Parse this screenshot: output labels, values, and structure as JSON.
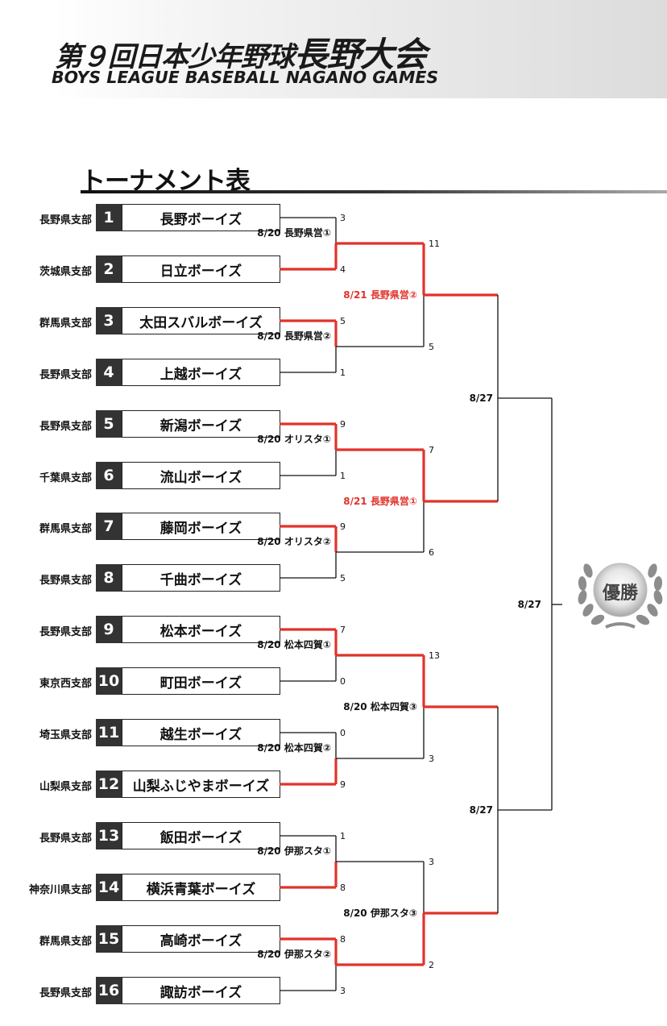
{
  "header": {
    "title_jp_prefix": "第９回日本少年野球",
    "title_jp_suffix": "長野大会",
    "title_en": "BOYS LEAGUE BASEBALL NAGANO GAMES"
  },
  "section_title": "トーナメント表",
  "teams": [
    {
      "seed": "1",
      "branch": "長野県支部",
      "name": "長野ボーイズ"
    },
    {
      "seed": "2",
      "branch": "茨城県支部",
      "name": "日立ボーイズ"
    },
    {
      "seed": "3",
      "branch": "群馬県支部",
      "name": "太田スバルボーイズ"
    },
    {
      "seed": "4",
      "branch": "長野県支部",
      "name": "上越ボーイズ"
    },
    {
      "seed": "5",
      "branch": "長野県支部",
      "name": "新潟ボーイズ"
    },
    {
      "seed": "6",
      "branch": "千葉県支部",
      "name": "流山ボーイズ"
    },
    {
      "seed": "7",
      "branch": "群馬県支部",
      "name": "藤岡ボーイズ"
    },
    {
      "seed": "8",
      "branch": "長野県支部",
      "name": "千曲ボーイズ"
    },
    {
      "seed": "9",
      "branch": "長野県支部",
      "name": "松本ボーイズ"
    },
    {
      "seed": "10",
      "branch": "東京西支部",
      "name": "町田ボーイズ"
    },
    {
      "seed": "11",
      "branch": "埼玉県支部",
      "name": "越生ボーイズ"
    },
    {
      "seed": "12",
      "branch": "山梨県支部",
      "name": "山梨ふじやまボーイズ"
    },
    {
      "seed": "13",
      "branch": "長野県支部",
      "name": "飯田ボーイズ"
    },
    {
      "seed": "14",
      "branch": "神奈川県支部",
      "name": "横浜青葉ボーイズ"
    },
    {
      "seed": "15",
      "branch": "群馬県支部",
      "name": "高崎ボーイズ"
    },
    {
      "seed": "16",
      "branch": "長野県支部",
      "name": "諏訪ボーイズ"
    }
  ],
  "round1": [
    {
      "label": "8/20 長野県営①",
      "score_top": "3",
      "score_bottom": "4",
      "winner": "bottom"
    },
    {
      "label": "8/20 長野県営②",
      "score_top": "5",
      "score_bottom": "1",
      "winner": "top"
    },
    {
      "label": "8/20 オリスタ①",
      "score_top": "9",
      "score_bottom": "1",
      "winner": "top"
    },
    {
      "label": "8/20 オリスタ②",
      "score_top": "9",
      "score_bottom": "5",
      "winner": "top"
    },
    {
      "label": "8/20 松本四賀①",
      "score_top": "7",
      "score_bottom": "0",
      "winner": "top"
    },
    {
      "label": "8/20 松本四賀②",
      "score_top": "0",
      "score_bottom": "9",
      "winner": "bottom"
    },
    {
      "label": "8/20 伊那スタ①",
      "score_top": "1",
      "score_bottom": "8",
      "winner": "bottom"
    },
    {
      "label": "8/20 伊那スタ②",
      "score_top": "8",
      "score_bottom": "3",
      "winner": "top"
    }
  ],
  "round2": [
    {
      "label": "8/21 長野県営②",
      "score_top": "11",
      "score_bottom": "5",
      "winner": "top",
      "label_color": "#e0332b"
    },
    {
      "label": "8/21 長野県営①",
      "score_top": "7",
      "score_bottom": "6",
      "winner": "top",
      "label_color": "#e0332b"
    },
    {
      "label": "8/20 松本四賀③",
      "score_top": "13",
      "score_bottom": "3",
      "winner": "top",
      "label_color": "#111111"
    },
    {
      "label": "8/20 伊那スタ③",
      "score_top": "3",
      "score_bottom": "2",
      "winner": "bottom",
      "label_color": "#111111"
    }
  ],
  "semifinals": [
    {
      "label": "8/27"
    },
    {
      "label": "8/27"
    }
  ],
  "final": {
    "label": "8/27"
  },
  "champion": {
    "label": "優勝"
  },
  "colors": {
    "winner_line": "#e0332b",
    "normal_line": "#111111",
    "seed_bg": "#333333"
  }
}
